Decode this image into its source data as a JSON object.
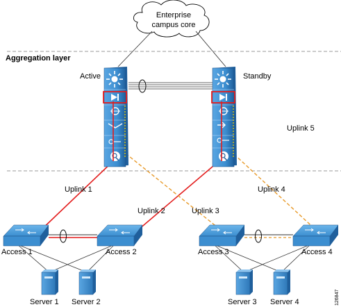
{
  "cloud": {
    "line1": "Enterprise",
    "line2": "campus core"
  },
  "layers": {
    "aggregation": "Aggregation layer"
  },
  "switches": {
    "active_label": "Active",
    "standby_label": "Standby"
  },
  "uplinks": {
    "u1": "Uplink 1",
    "u2": "Uplink 2",
    "u3": "Uplink 3",
    "u4": "Uplink 4",
    "u5": "Uplink 5"
  },
  "access": [
    "Access 1",
    "Access 2",
    "Access 3",
    "Access 4"
  ],
  "servers": [
    "Server 1",
    "Server 2",
    "Server 3",
    "Server 4"
  ],
  "figure_id": "126847",
  "colors": {
    "active_link": "#e31d1d",
    "standby_link": "#e89a2a",
    "switch_blue": "#3d8fd0",
    "switch_dark": "#1e5a96",
    "divider": "#999999"
  }
}
